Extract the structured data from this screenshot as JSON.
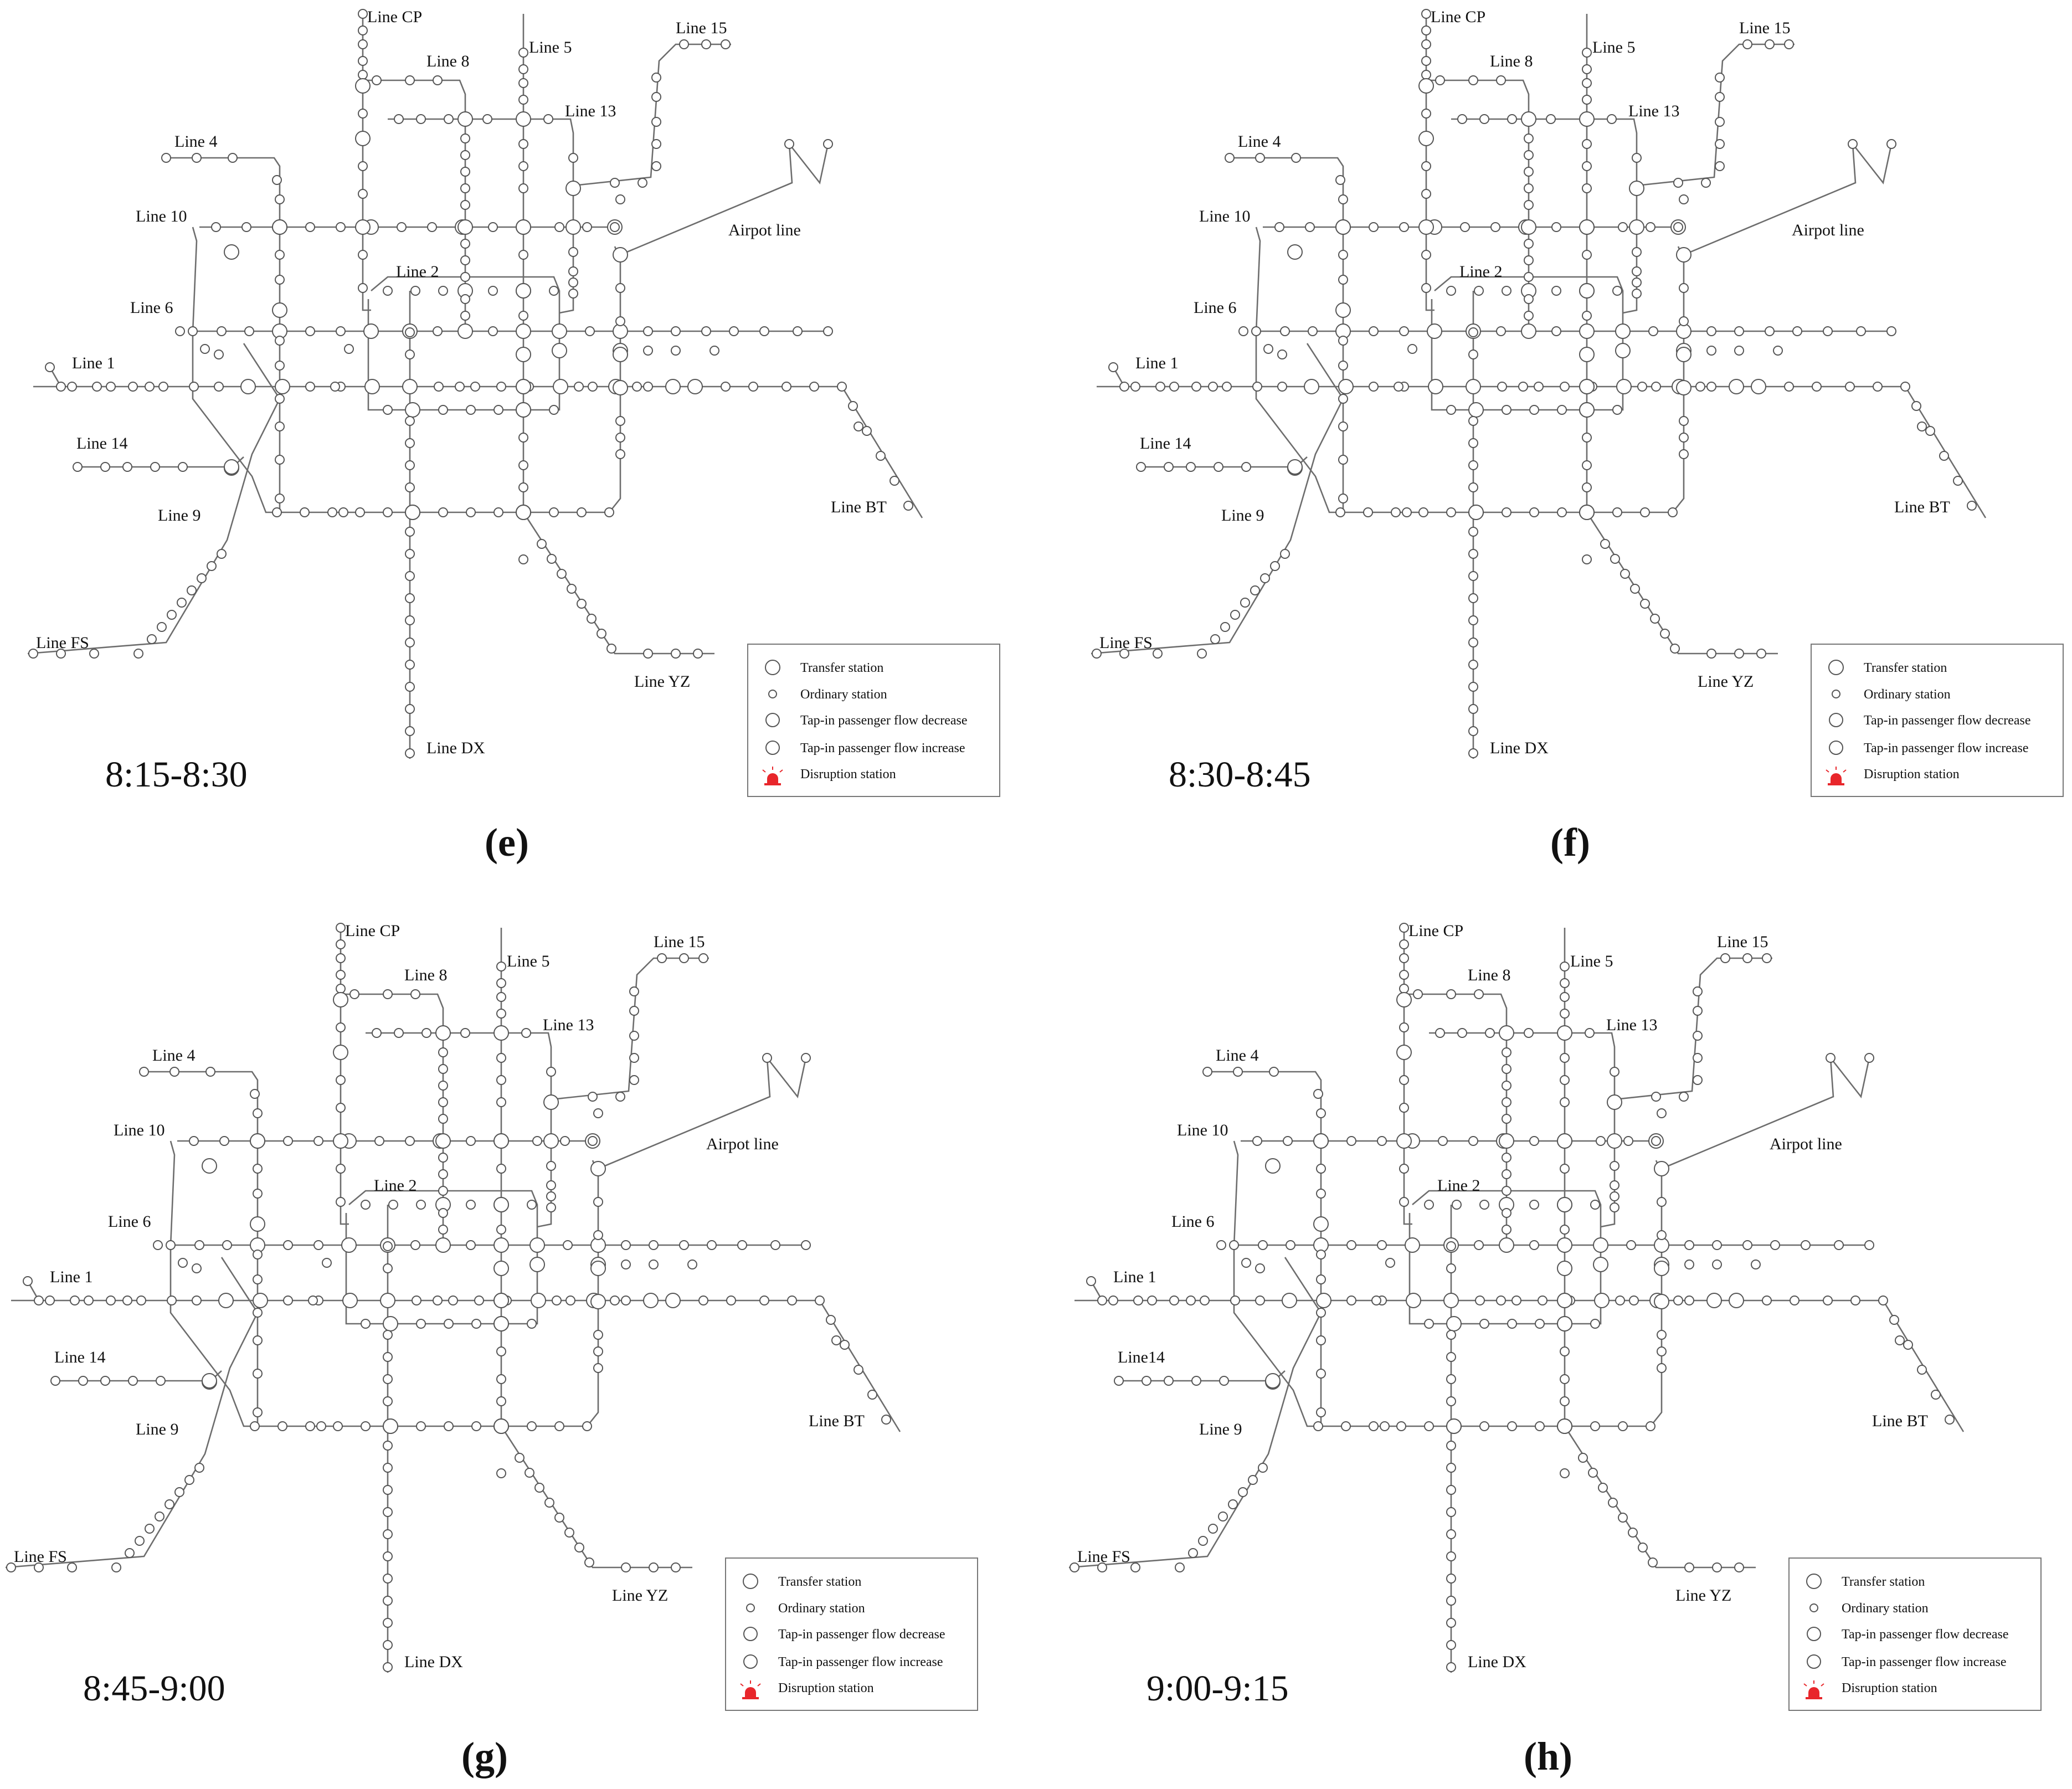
{
  "colors": {
    "line": "#6d6d6d",
    "station_stroke": "#555555",
    "decrease": "#e8262b",
    "increase": "#f3ec2a",
    "disruption": "#e8262b"
  },
  "legend": {
    "transfer": "Transfer station",
    "ordinary": "Ordinary station",
    "decrease": "Tap-in passenger flow decrease",
    "increase": "Tap-in passenger flow increase",
    "disruption": "Disruption station",
    "disruption_icon": "alarm-light-icon"
  },
  "panels": [
    {
      "id": "e",
      "caption": "(e)",
      "time": "8:15-8:30",
      "labels": {
        "line1": "Line 1",
        "line2": "Line 2",
        "line4": "Line 4",
        "line5": "Line 5",
        "line6": "Line 6",
        "line8": "Line 8",
        "line9": "Line 9",
        "line10": "Line 10",
        "line13": "Line 13",
        "line14": "Line 14",
        "line15": "Line 15",
        "linecp": "Line CP",
        "linefs": "Line FS",
        "linedx": "Line DX",
        "lineyz": "Line YZ",
        "linebt": "Line BT",
        "airport": "Airpot line"
      },
      "increase": [
        "L1_w0",
        "L1_2",
        "L1_4",
        "L1_x9",
        "L1_x9b",
        "L1_10",
        "L1_12",
        "L1_13",
        "LBT_1",
        "L13_s3",
        "LYZ_0"
      ],
      "decrease": [
        "L1_6"
      ]
    },
    {
      "id": "f",
      "caption": "(f)",
      "time": "8:30-8:45",
      "labels": {
        "line1": "Line 1",
        "line2": "Line 2",
        "line4": "Line 4",
        "line5": "Line 5",
        "line6": "Line 6",
        "line8": "Line 8",
        "line9": "Line 9",
        "line10": "Line 10",
        "line13": "Line 13",
        "line14": "Line 14",
        "line15": "Line 15",
        "linecp": "Line CP",
        "linefs": "Line FS",
        "linedx": "Line DX",
        "lineyz": "Line YZ",
        "linebt": "Line BT",
        "airport": "Airpot line"
      },
      "increase": [
        "L1_w0",
        "L1_1",
        "L1_2",
        "L1_4",
        "L1_5",
        "L1_6",
        "L1_x9",
        "L1_x9b",
        "L1_11",
        "L1_13",
        "L6_w",
        "L9_n",
        "E6_x13",
        "E6_x14",
        "E6_a",
        "E6_b",
        "LBT_5",
        "L10_e1"
      ],
      "decrease": [
        "L10_x13",
        "L2s_x",
        "L2s_a"
      ]
    },
    {
      "id": "g",
      "caption": "(g)",
      "time": "8:45-9:00",
      "labels": {
        "line1": "Line 1",
        "line2": "Line 2",
        "line4": "Line 4",
        "line5": "Line 5",
        "line6": "Line 6",
        "line8": "Line 8",
        "line9": "Line 9",
        "line10": "Line 10",
        "line13": "Line 13",
        "line14": "Line 14",
        "line15": "Line 15",
        "linecp": "Line CP",
        "linefs": "Line FS",
        "linedx": "Line DX",
        "lineyz": "Line YZ",
        "linebt": "Line BT",
        "airport": "Airpot line"
      },
      "increase": [
        "L1_w0",
        "L1_1",
        "L1_2",
        "L1_4",
        "L1_5",
        "L1_x9",
        "L1_x9b",
        "L1_xcp",
        "L6_w",
        "L9_n",
        "L9_a",
        "L4_n",
        "LCP_s",
        "E6_x14",
        "E6_c",
        "L14e_s",
        "L5_s"
      ],
      "decrease": []
    },
    {
      "id": "h",
      "caption": "(h)",
      "time": "9:00-9:15",
      "labels": {
        "line1": "Line 1",
        "line2": "Line 2",
        "line4": "Line 4",
        "line5": "Line 5",
        "line6": "Line 6",
        "line8": "Line 8",
        "line9": "Line 9",
        "line10": "Line 10",
        "line13": "Line 13",
        "line14": "Line14",
        "line15": "Line 15",
        "linecp": "Line CP",
        "linefs": "Line FS",
        "linedx": "Line DX",
        "lineyz": "Line YZ",
        "linebt": "Line BT",
        "airport": "Airpot line"
      },
      "increase": [
        "L1_1",
        "L1_4",
        "L1_x9",
        "L1_x9b",
        "L1_x5",
        "L1_x13",
        "L1_13b",
        "L6_w",
        "L9_n",
        "L4_n",
        "LCP_s",
        "L13_s3",
        "LYZ_0"
      ],
      "decrease": []
    }
  ]
}
